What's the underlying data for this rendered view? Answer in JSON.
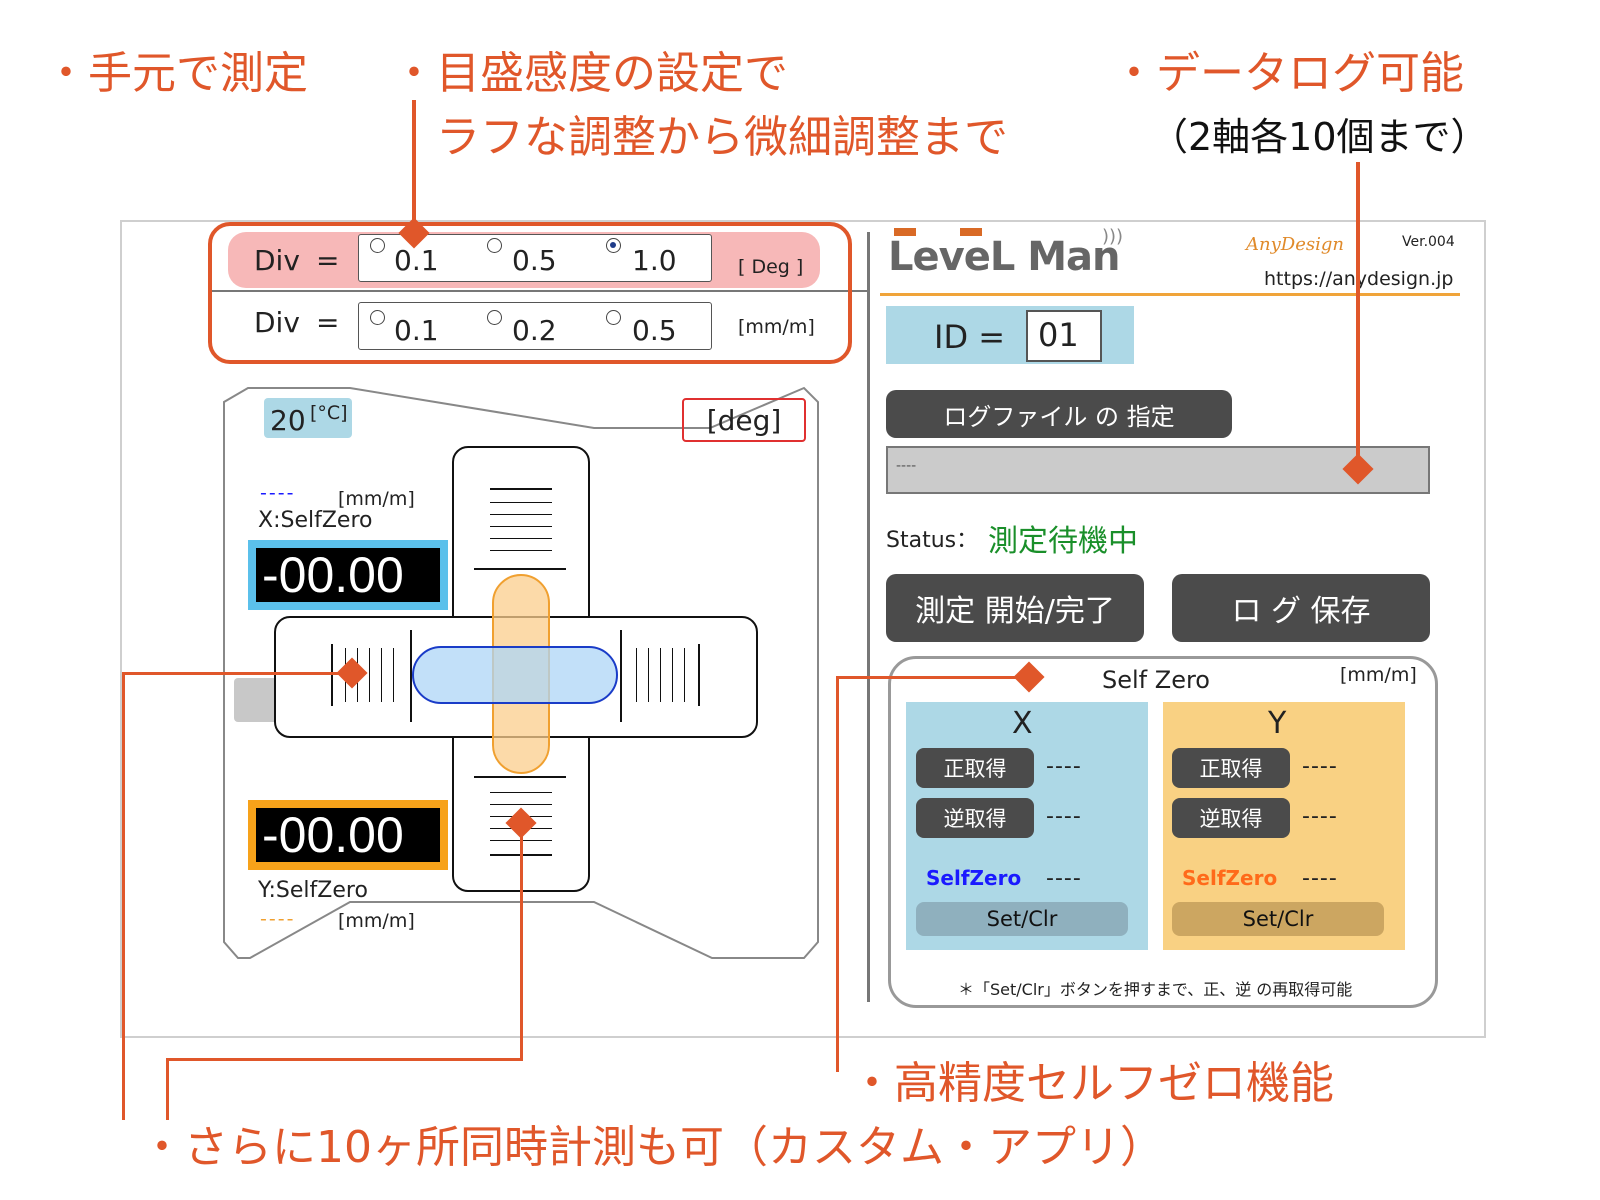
{
  "callouts": {
    "measure_at_hand": "・手元で測定",
    "div_setting_line1": "・目盛感度の設定で",
    "div_setting_line2": "ラフな調整から微細調整まで",
    "datalog_line1": "・データログ可能",
    "datalog_line2": "（2軸各10個まで）",
    "self_zero": "・高精度セルフゼロ機能",
    "multi_point": "・さらに10ヶ所同時計測も可（カスタム・アプリ）"
  },
  "sensitivity": {
    "row1": {
      "label": "Div",
      "equals": "=",
      "options": [
        "0.1",
        "0.5",
        "1.0"
      ],
      "selected_index": 2,
      "unit": "[ Deg ]"
    },
    "row2": {
      "label": "Div",
      "equals": "=",
      "options": [
        "0.1",
        "0.2",
        "0.5"
      ],
      "selected_index": -1,
      "unit": "[mm/m]"
    }
  },
  "level_display": {
    "temperature_value": "20",
    "temperature_unit": "[°C]",
    "mode_label": "[deg]",
    "x_selfzero_dash": "----",
    "x_selfzero_unit": "[mm/m]",
    "x_selfzero_label": "X:SelfZero",
    "x_value": "-00.00",
    "y_value": "-00.00",
    "y_selfzero_label": "Y:SelfZero",
    "y_selfzero_dash": "----",
    "y_selfzero_unit": "[mm/m]"
  },
  "header": {
    "logo_main": "LeveL Man",
    "brand": "AnyDesign",
    "version": "Ver.004",
    "url": "https://anydesign.jp"
  },
  "id_field": {
    "label": "ID =",
    "value": "01"
  },
  "log_file": {
    "button_label": "ログファイル の 指定",
    "path_value": "----"
  },
  "status": {
    "label": "Status：",
    "value": "測定待機中",
    "value_color": "#1a8f2a"
  },
  "actions": {
    "measure_button": "測定  開始/完了",
    "save_log_button": "ロ グ  保存"
  },
  "self_zero": {
    "title": "Self  Zero",
    "unit": "[mm/m]",
    "x": {
      "axis": "X",
      "forward_button": "正取得",
      "forward_value": "----",
      "reverse_button": "逆取得",
      "reverse_value": "----",
      "selfzero_label": "SelfZero",
      "selfzero_value": "----",
      "setclr_button": "Set/Clr",
      "label_color": "#1a1aff"
    },
    "y": {
      "axis": "Y",
      "forward_button": "正取得",
      "forward_value": "----",
      "reverse_button": "逆取得",
      "reverse_value": "----",
      "selfzero_label": "SelfZero",
      "selfzero_value": "----",
      "setclr_button": "Set/Clr",
      "label_color": "#ff6a1a"
    },
    "note": "＊「Set/Clr」ボタンを押すまで、正、逆 の再取得可能"
  },
  "colors": {
    "accent_callout": "#e0572a",
    "x_axis": "#add8e6",
    "y_axis": "#f9d183",
    "button_dark": "#4b4b4b"
  }
}
